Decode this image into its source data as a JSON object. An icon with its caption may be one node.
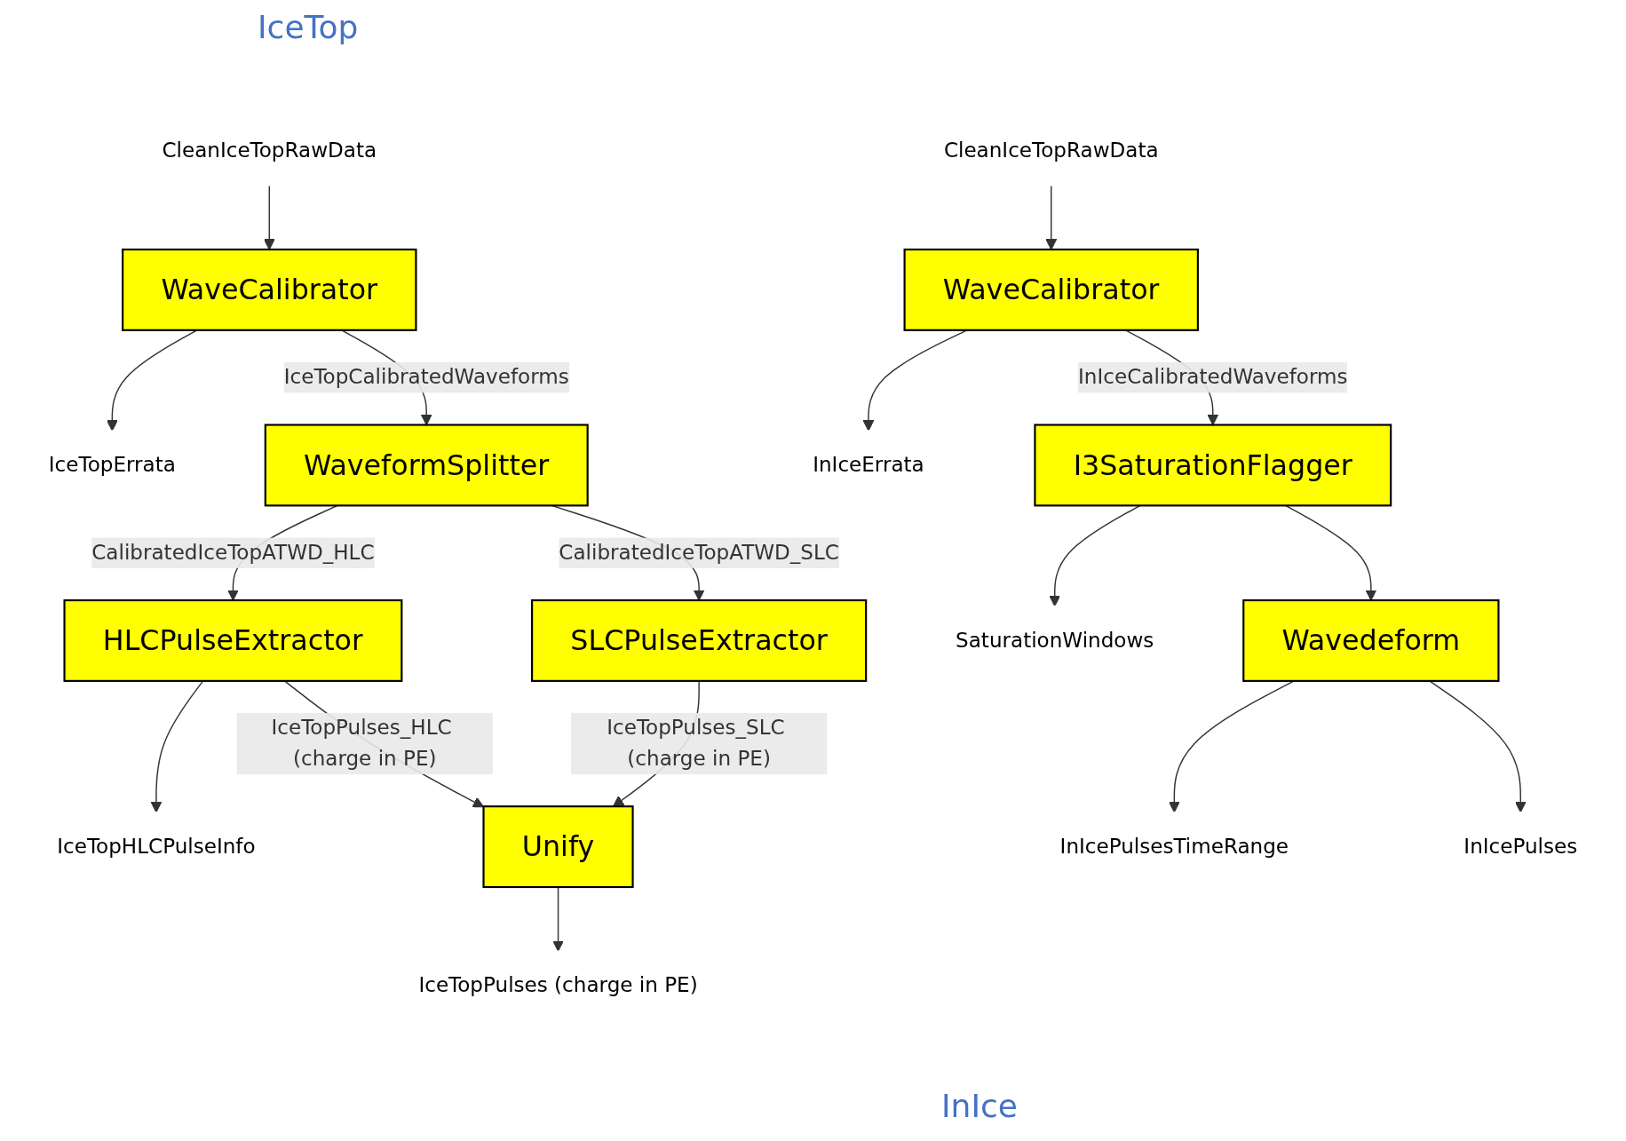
{
  "diagram": {
    "nodes": [
      {
        "text": [
          "CleanIceTopRawData"
        ]
      },
      {
        "text": [
          "WaveCalibrator"
        ]
      },
      {
        "text": [
          "IceTopErrata"
        ]
      },
      {
        "text": [
          "WaveformSplitter"
        ]
      },
      {
        "text": [
          "HLCPulseExtractor"
        ]
      },
      {
        "text": [
          "SLCPulseExtractor"
        ]
      },
      {
        "text": [
          "IceTopHLCPulseInfo"
        ]
      },
      {
        "text": [
          "Unify"
        ]
      },
      {
        "text": [
          "IceTopPulses (charge in PE)"
        ]
      },
      {
        "text": [
          "CleanIceTopRawData"
        ]
      },
      {
        "text": [
          "WaveCalibrator"
        ]
      },
      {
        "text": [
          "InIceErrata"
        ]
      },
      {
        "text": [
          "I3SaturationFlagger"
        ]
      },
      {
        "text": [
          "SaturationWindows"
        ]
      },
      {
        "text": [
          "Wavedeform"
        ]
      },
      {
        "text": [
          "InIcePulsesTimeRange"
        ]
      },
      {
        "text": [
          "InIcePulses"
        ]
      }
    ],
    "edges": [
      {
        "from": 0,
        "to": 1,
        "arrow": "to"
      },
      {
        "from": 1,
        "to": 2,
        "arrow": "to"
      },
      {
        "from": 1,
        "to": 3,
        "arrow": "to",
        "label": "IceTopCalibratedWaveforms"
      },
      {
        "from": 3,
        "to": 4,
        "arrow": "to",
        "label": "CalibratedIceTopATWD_HLC"
      },
      {
        "from": 3,
        "to": 5,
        "arrow": "to",
        "label": "CalibratedIceTopATWD_SLC"
      },
      {
        "from": 4,
        "to": 6,
        "arrow": "to"
      },
      {
        "from": 4,
        "to": 7,
        "arrow": "to",
        "label": "IceTopPulses_HLC (charge in PE)"
      },
      {
        "from": 5,
        "to": 7,
        "arrow": "to",
        "label": "IceTopPulses_SLC (charge in PE)"
      },
      {
        "from": 7,
        "to": 8,
        "arrow": "to"
      },
      {
        "from": 9,
        "to": 10,
        "arrow": "to"
      },
      {
        "from": 10,
        "to": 11,
        "arrow": "to"
      },
      {
        "from": 10,
        "to": 12,
        "arrow": "to",
        "label": "InIceCalibratedWaveforms"
      },
      {
        "from": 12,
        "to": 13,
        "arrow": "to"
      },
      {
        "from": 12,
        "to": 14,
        "arrow": "to"
      },
      {
        "from": 14,
        "to": 15,
        "arrow": "to"
      },
      {
        "from": 14,
        "to": 16,
        "arrow": "to"
      }
    ],
    "labels": [
      "IceTop",
      "InIce"
    ]
  }
}
